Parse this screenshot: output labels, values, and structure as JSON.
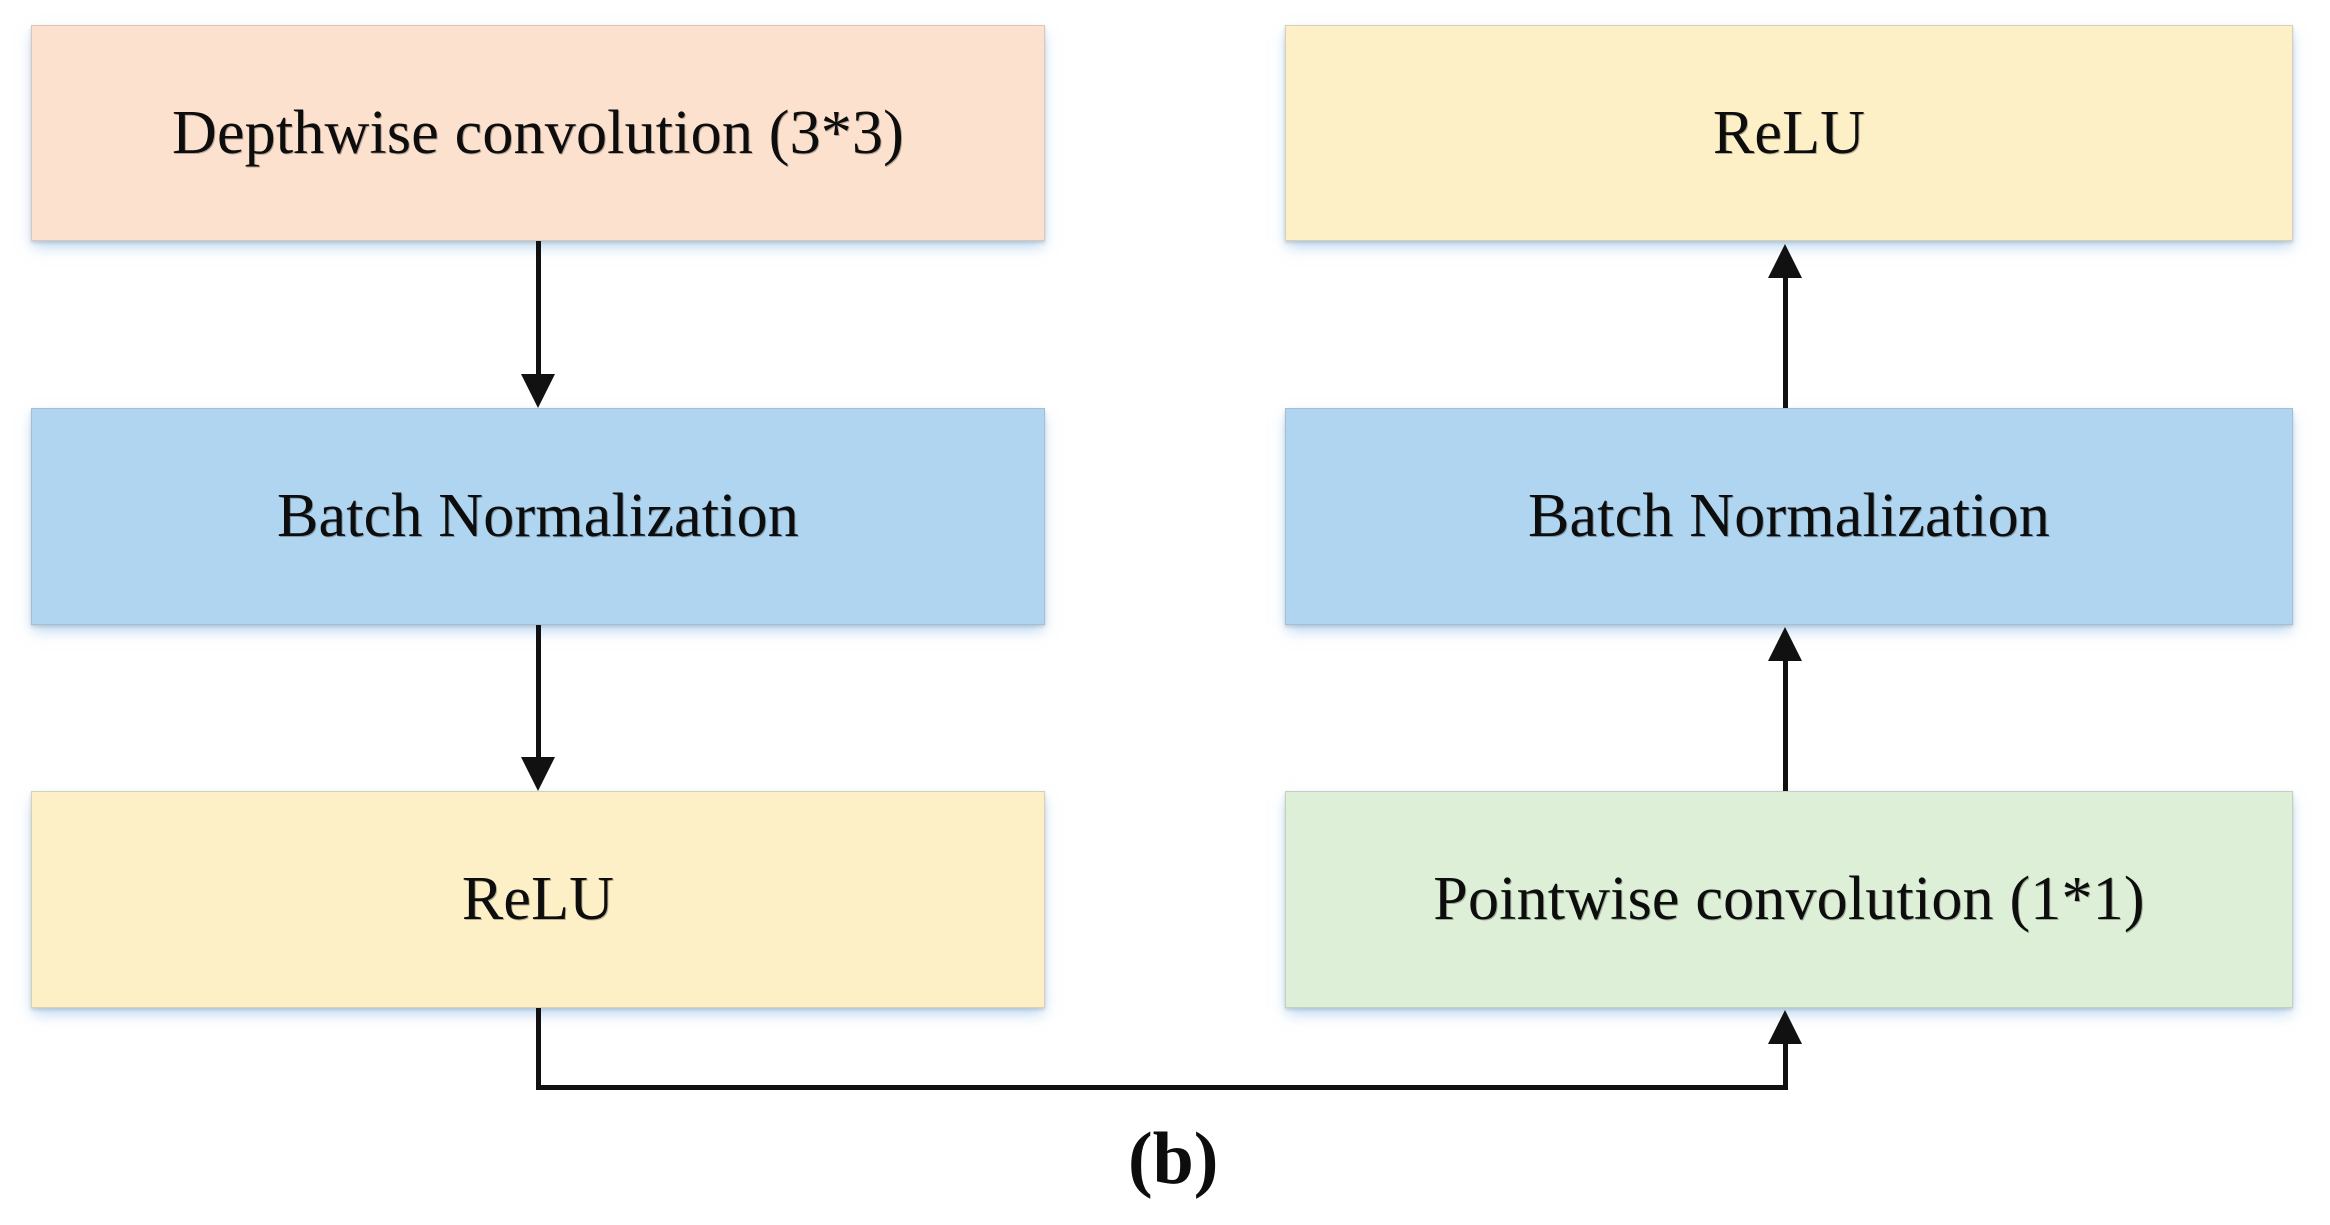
{
  "figure": {
    "caption": "(b)",
    "background": "#ffffff",
    "text_color": "#0d0d0d"
  },
  "colors": {
    "peach": "#fce2ce",
    "blue": "#afd5f0",
    "yellow": "#fdefc6",
    "green": "#ddefd6",
    "line": "#111111",
    "shadow": "#7cb0e1"
  },
  "left_column": {
    "blocks": [
      {
        "label": "Depthwise convolution (3*3)",
        "fill": "#fce2ce"
      },
      {
        "label": "Batch Normalization",
        "fill": "#afd5f0"
      },
      {
        "label": "ReLU",
        "fill": "#fdefc6"
      }
    ]
  },
  "right_column": {
    "blocks": [
      {
        "label": "ReLU",
        "fill": "#fdefc6"
      },
      {
        "label": "Batch Normalization",
        "fill": "#afd5f0"
      },
      {
        "label": "Pointwise convolution (1*1)",
        "fill": "#ddefd6"
      }
    ]
  },
  "connectors": [
    {
      "name": "depthwise-to-batchnorm",
      "direction": "down"
    },
    {
      "name": "batchnorm-to-relu",
      "direction": "down"
    },
    {
      "name": "relu-to-pointwise",
      "direction": "right-up"
    },
    {
      "name": "pointwise-to-batchnorm",
      "direction": "up"
    },
    {
      "name": "batchnorm-to-relu-right",
      "direction": "up"
    }
  ]
}
